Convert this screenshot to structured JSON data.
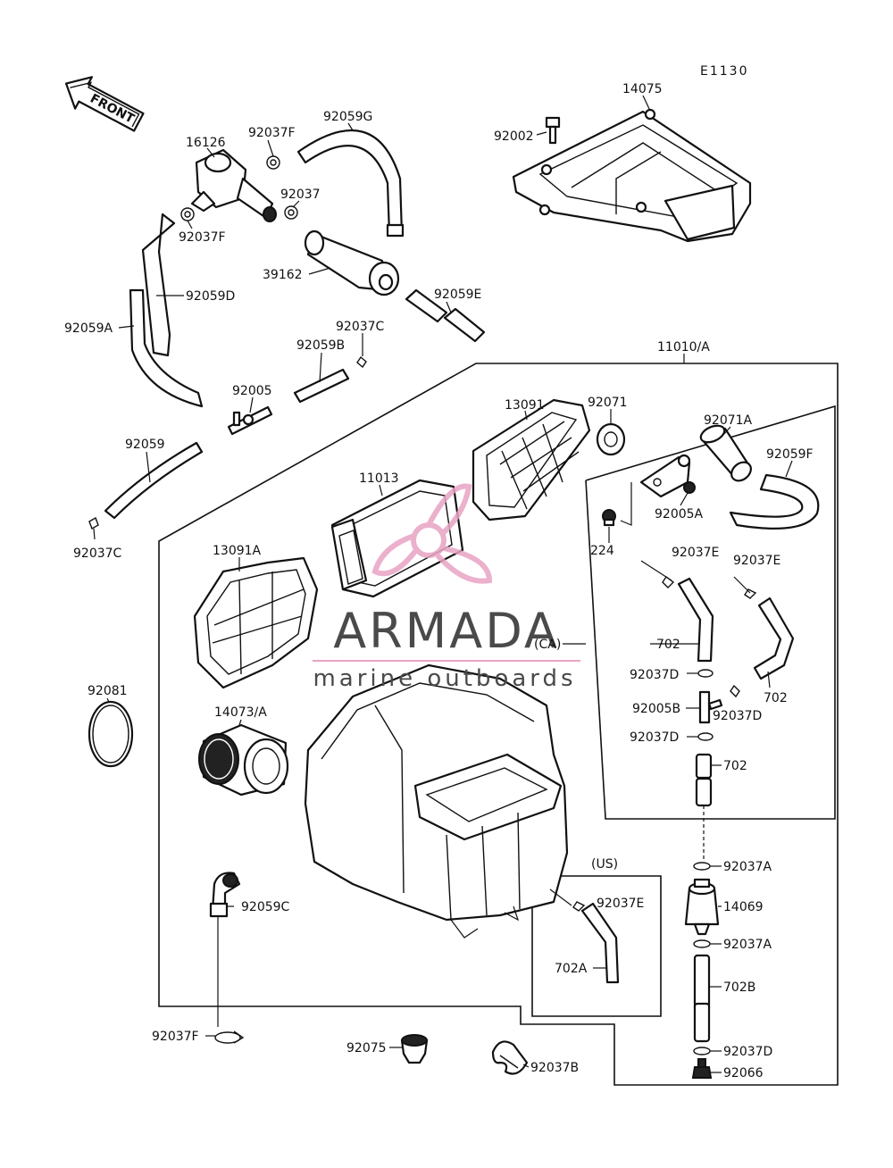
{
  "diagram_code": "E1130",
  "front_arrow_label": "FRONT",
  "region_labels": {
    "ca": "(CA)",
    "us": "(US)"
  },
  "watermark": {
    "brand": "ARMADA",
    "tagline": "marine outboards",
    "logo_color": "#e8a3c4"
  },
  "parts": {
    "p14075": "14075",
    "p92002": "92002",
    "p92059G": "92059G",
    "p92037F_top": "92037F",
    "p16126": "16126",
    "p92037": "92037",
    "p92037F_left": "92037F",
    "p39162": "39162",
    "p92059D": "92059D",
    "p92059A": "92059A",
    "p92059E": "92059E",
    "p92037C_top": "92037C",
    "p92059B": "92059B",
    "p11010A": "11010/A",
    "p92005": "92005",
    "p13091": "13091",
    "p92071": "92071",
    "p92071A": "92071A",
    "p92059": "92059",
    "p92059F": "92059F",
    "p11013": "11013",
    "p92005A": "92005A",
    "p92037C_left": "92037C",
    "p224": "224",
    "p13091A": "13091A",
    "p92037E_a": "92037E",
    "p92037E_b": "92037E",
    "p702_a": "702",
    "p702_b": "702",
    "p92037D_a": "92037D",
    "p92005B": "92005B",
    "p92037D_b": "92037D",
    "p92037D_c": "92037D",
    "p92081": "92081",
    "p14073A": "14073/A",
    "p702_c": "702",
    "p92037A_a": "92037A",
    "p14069": "14069",
    "p92037E_us": "92037E",
    "p92059C": "92059C",
    "p702A": "702A",
    "p92037A_b": "92037A",
    "p702B": "702B",
    "p92037F_bottom": "92037F",
    "p92075": "92075",
    "p92037B": "92037B",
    "p92037D_d": "92037D",
    "p92066": "92066"
  }
}
